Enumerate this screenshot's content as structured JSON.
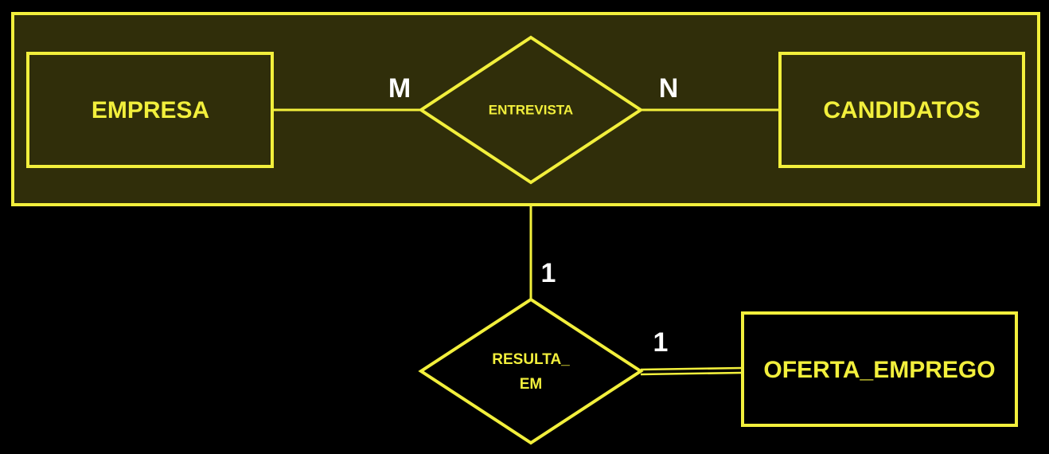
{
  "colors": {
    "background": "#000000",
    "stroke": "#f2ef3c",
    "aggregate_fill": "#302e0a",
    "inner_fill": "#302e0a",
    "cardinality_text": "#ffffff"
  },
  "aggregation": {
    "entities": {
      "left": "EMPRESA",
      "right": "CANDIDATOS"
    },
    "relationship": "ENTREVISTA",
    "cardinality_left": "M",
    "cardinality_right": "N"
  },
  "lower": {
    "relationship_line1": "RESULTA_",
    "relationship_line2": "EM",
    "entity": "OFERTA_EMPREGO",
    "cardinality_top": "1",
    "cardinality_right": "1"
  }
}
